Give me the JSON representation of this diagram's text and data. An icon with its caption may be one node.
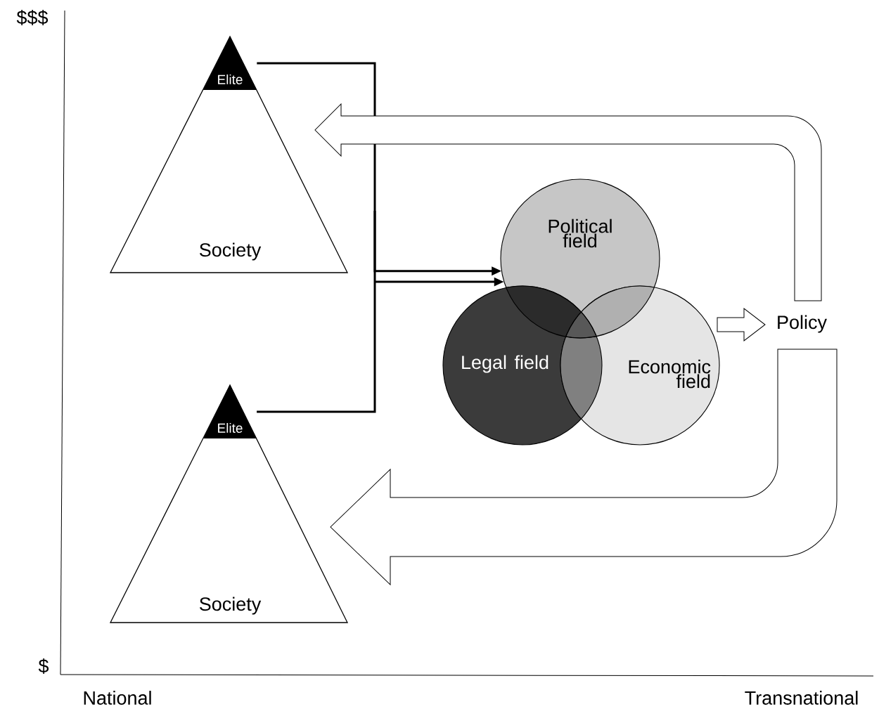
{
  "diagram": {
    "nodes": [
      {
        "text": [
          "Society"
        ]
      },
      {
        "text": [
          "Elite"
        ],
        "in": 0
      },
      {
        "text": [
          "Society"
        ]
      },
      {
        "text": [
          "Elite"
        ],
        "in": 2
      },
      {
        "text": [
          "Political field"
        ]
      },
      {
        "text": [
          "Legal field"
        ]
      },
      {
        "text": [
          "Economic field"
        ]
      },
      {
        "text": [
          "Policy"
        ]
      }
    ],
    "edges": [
      {
        "from": 1,
        "to": 4,
        "arrow": "to"
      },
      {
        "from": 3,
        "to": 4,
        "arrow": "to"
      },
      {
        "from": 6,
        "to": 7,
        "arrow": "to"
      },
      {
        "from": 7,
        "to": 0,
        "arrow": "to"
      },
      {
        "from": 7,
        "to": 2,
        "arrow": "to"
      }
    ],
    "labels": [
      "$$$",
      "$",
      "National",
      "Transnational"
    ]
  }
}
